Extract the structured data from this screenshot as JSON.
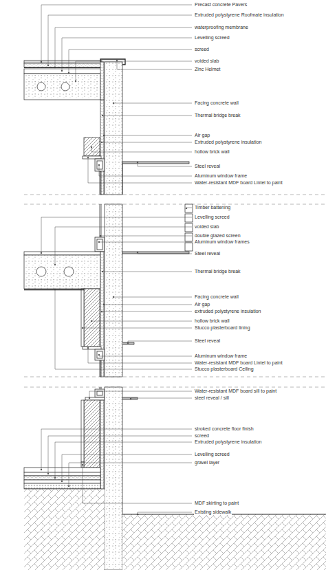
{
  "diagram": {
    "labels": [
      "Precast concrete Pavers",
      "Extruded polystyrene Roofmate insulation",
      "waterproofing membrane",
      "Levelling screed",
      "screed",
      "voided slab",
      "Zinc Helmet",
      "Facing concrete wall",
      "Thermal bridge break",
      "Air gap",
      "Extruded polystyrene insulation",
      "hollow brick wall",
      "Steel reveal",
      "Aluminum window frame",
      "Water-resistant MDF board Lintel to paint",
      "Timber battening",
      "Levelling screed",
      "voided slab",
      "double glazed screen",
      "Aluminum window frames",
      "Steel reveal",
      "Thermal bridge break",
      "Facing concrete wall",
      "Air gap",
      "extruded polystyrene insulation",
      "hollow brick wall",
      "Stucco plasterboard lining",
      "Steel reveal",
      "Aluminum window frame",
      "Water-resistant MDF board Lintel to paint",
      "Stucco plasterboard Ceiling",
      "Water-resistant MDF board sill to paint",
      "steel reveal / sill",
      "stroked concrete floor finish",
      "screed",
      "Extruded polystyrene insulation",
      "Levelling screed",
      "gravel layer",
      "MDF skirting to paint",
      "Existing sidewalk"
    ]
  }
}
